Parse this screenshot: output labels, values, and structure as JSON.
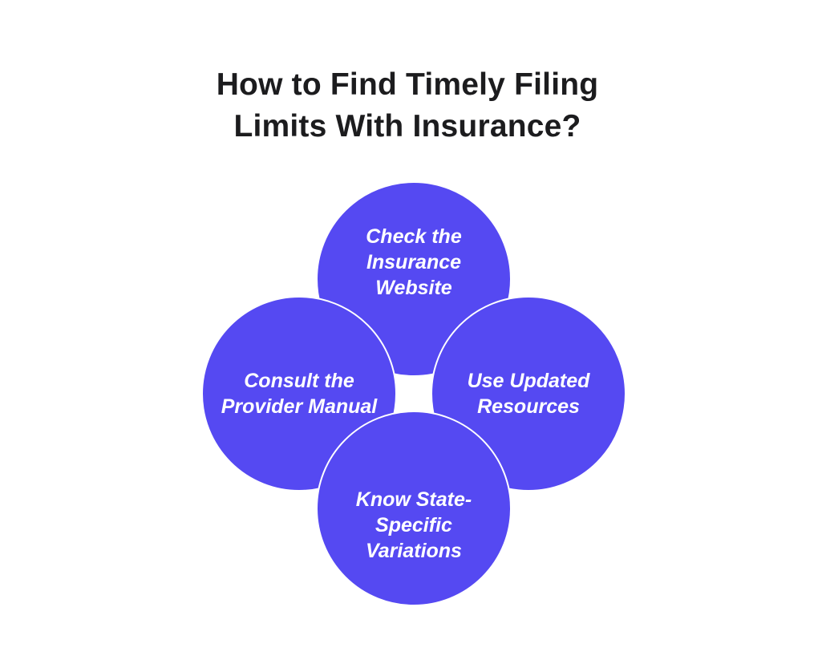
{
  "page": {
    "background": "#FFFFFF"
  },
  "title": {
    "line1": "How to Find Timely Filing",
    "line2": "Limits With Insurance?",
    "color": "#1C1C1E"
  },
  "diagram": {
    "circle_fill": "#5549F2",
    "circle_outline": "#FFFFFF",
    "label_color": "#FFFFFF",
    "circles": [
      {
        "position": "top",
        "label": "Check the\nInsurance Website"
      },
      {
        "position": "left",
        "label": "Consult the\nProvider Manual"
      },
      {
        "position": "right",
        "label": "Use Updated\nResources"
      },
      {
        "position": "bottom",
        "label": "Know State-\nSpecific\nVariations"
      }
    ]
  }
}
